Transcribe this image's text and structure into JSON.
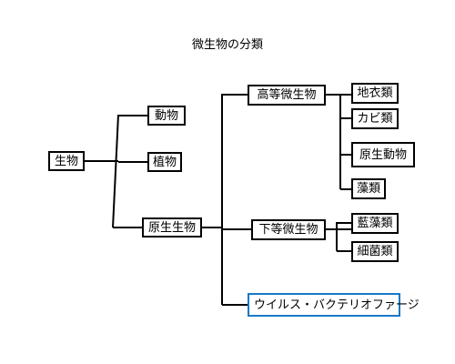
{
  "title": "微生物の分類",
  "nodes": {
    "seibutsu": "生物",
    "doubutsu": "動物",
    "shokubutsu": "植物",
    "genseiseibutsu": "原生生物",
    "koutou": "高等微生物",
    "katou": "下等微生物",
    "virus": "ウイルス・バクテリオファージ",
    "chii": "地衣類",
    "kabi": "カビ類",
    "genseidoubutsu": "原生動物",
    "sou": "藻類",
    "ransou": "藍藻類",
    "saikin": "細菌類"
  },
  "colors": {
    "line": "#000000",
    "highlight_border": "#1a78c8"
  }
}
